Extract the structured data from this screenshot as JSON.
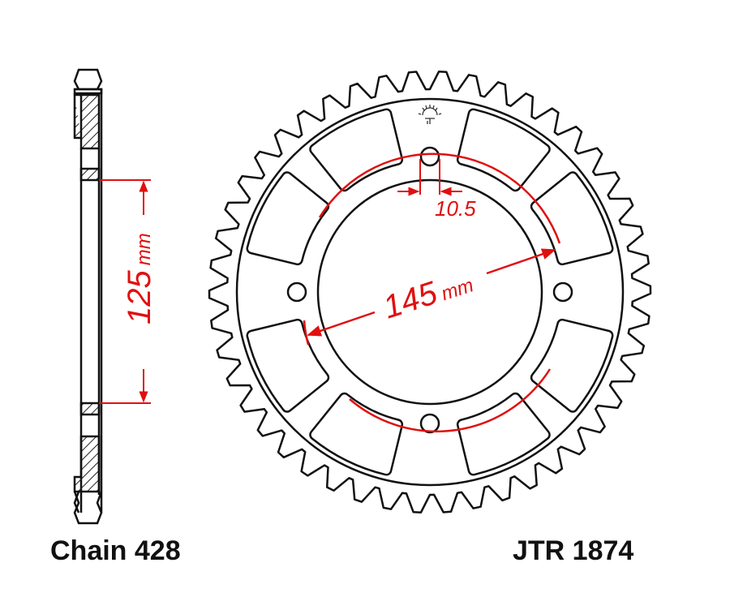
{
  "diagram": {
    "side_dimension": {
      "value": "125",
      "unit": "mm"
    },
    "bolt_circle_dimension": {
      "value": "145",
      "unit": "mm"
    },
    "bolt_hole_dimension": "10.5",
    "chain_label": "Chain 428",
    "part_number": "JTR 1874",
    "colors": {
      "outline": "#111111",
      "dimension": "#e01010",
      "background": "#ffffff"
    }
  }
}
